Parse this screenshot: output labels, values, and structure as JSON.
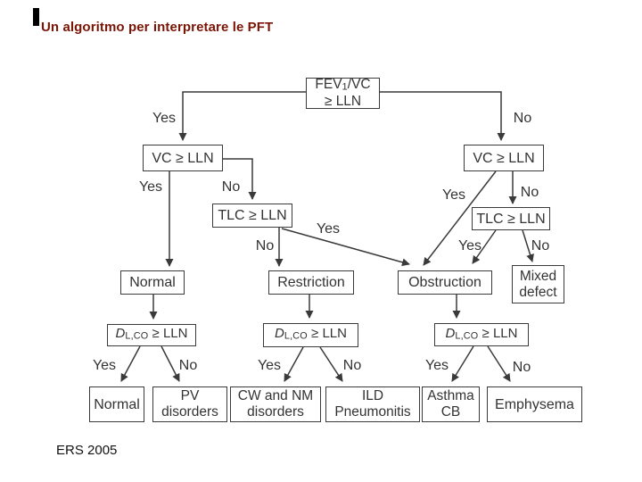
{
  "slide": {
    "title": "Un algoritmo per interpretare le PFT",
    "credit": "ERS 2005"
  },
  "labels": {
    "yes": "Yes",
    "no": "No"
  },
  "nodes": {
    "fev": {
      "pre": "FEV",
      "sub": "1",
      "post": "/VC",
      "line2": "≥ LLN"
    },
    "vc_left": {
      "text": "VC ≥ LLN"
    },
    "vc_right": {
      "text": "VC ≥ LLN"
    },
    "tlc_left": {
      "text": "TLC ≥ LLN"
    },
    "tlc_right": {
      "text": "TLC ≥ LLN"
    },
    "normal_mid": {
      "text": "Normal"
    },
    "restriction": {
      "text": "Restriction"
    },
    "obstruction": {
      "text": "Obstruction"
    },
    "mixed": {
      "line1": "Mixed",
      "line2": "defect"
    },
    "dlco": {
      "d": "D",
      "sub": "L,CO",
      "rest": "≥ LLN"
    },
    "normal_final": {
      "text": "Normal"
    },
    "pv": {
      "line1": "PV",
      "line2": "disorders"
    },
    "cw_nm": {
      "line1": "CW and NM",
      "line2": "disorders"
    },
    "ild": {
      "line1": "ILD",
      "line2": "Pneumonitis"
    },
    "asthma": {
      "line1": "Asthma",
      "line2": "CB"
    },
    "emphysema": {
      "text": "Emphysema"
    }
  },
  "colors": {
    "title": "#7a1404",
    "line": "#3a3a3a",
    "box_border": "#3a3a3a",
    "accent_bar": "#000000"
  }
}
